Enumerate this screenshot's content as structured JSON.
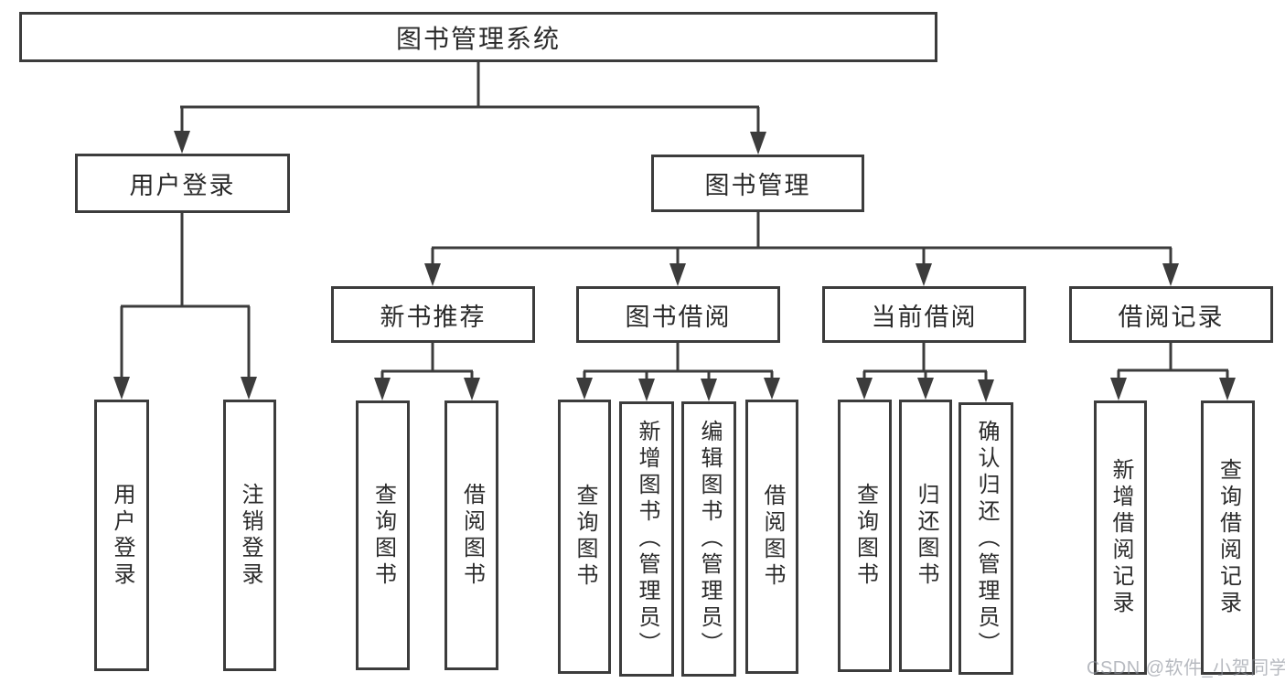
{
  "diagram": {
    "title": "图书管理系统",
    "nodes": {
      "root": "图书管理系统",
      "user_login": "用户登录",
      "book_management": "图书管理",
      "new_book_recommend": "新书推荐",
      "book_borrowing": "图书借阅",
      "current_borrowing": "当前借阅",
      "borrowing_records": "借阅记录",
      "user_login_leaf": "用户登录",
      "logout_login": "注销登录",
      "query_books_a": "查询图书",
      "borrow_books_a": "借阅图书",
      "query_books_b": "查询图书",
      "add_book_admin": "新增图书（管理员）",
      "edit_book_admin": "编辑图书（管理员）",
      "borrow_books_b": "借阅图书",
      "query_books_c": "查询图书",
      "return_books": "归还图书",
      "confirm_return_admin": "确认归还（管理员）",
      "add_borrow_record": "新增借阅记录",
      "query_borrow_record": "查询借阅记录"
    },
    "edges": [
      {
        "from": "root",
        "to": [
          "user_login",
          "book_management"
        ]
      },
      {
        "from": "user_login",
        "to": [
          "user_login_leaf",
          "logout_login"
        ]
      },
      {
        "from": "book_management",
        "to": [
          "new_book_recommend",
          "book_borrowing",
          "current_borrowing",
          "borrowing_records"
        ]
      },
      {
        "from": "new_book_recommend",
        "to": [
          "query_books_a",
          "borrow_books_a"
        ]
      },
      {
        "from": "book_borrowing",
        "to": [
          "query_books_b",
          "add_book_admin",
          "edit_book_admin",
          "borrow_books_b"
        ]
      },
      {
        "from": "current_borrowing",
        "to": [
          "query_books_c",
          "return_books",
          "confirm_return_admin"
        ]
      },
      {
        "from": "borrowing_records",
        "to": [
          "add_borrow_record",
          "query_borrow_record"
        ]
      }
    ]
  },
  "watermark": {
    "text": "CSDN @软件_小贺同学",
    "color": "#8b8f99"
  },
  "colors": {
    "line": "#3c3c3c",
    "box_border": "#3c3c3c",
    "text": "#2b2b2b",
    "background": "#ffffff"
  }
}
